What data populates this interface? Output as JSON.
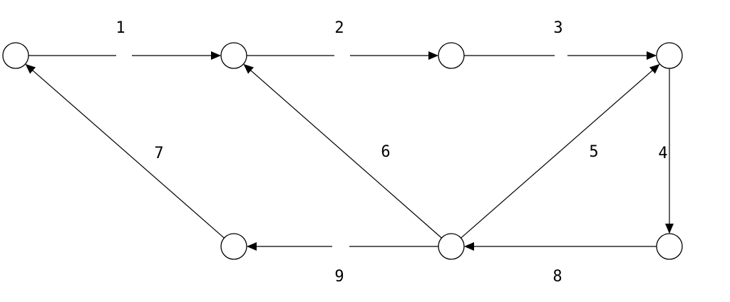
{
  "nodes": [
    {
      "id": "n1"
    },
    {
      "id": "n2"
    },
    {
      "id": "n3"
    },
    {
      "id": "n4"
    },
    {
      "id": "n5"
    },
    {
      "id": "n6"
    },
    {
      "id": "n7"
    }
  ],
  "edges": [
    {
      "id": "e1",
      "from": "n1",
      "to": "n2",
      "label": "1"
    },
    {
      "id": "e2",
      "from": "n2",
      "to": "n3",
      "label": "2"
    },
    {
      "id": "e3",
      "from": "n3",
      "to": "n4",
      "label": "3"
    },
    {
      "id": "e4",
      "from": "n4",
      "to": "n5",
      "label": "4"
    },
    {
      "id": "e5",
      "from": "n6",
      "to": "n4",
      "label": "5"
    },
    {
      "id": "e6",
      "from": "n6",
      "to": "n2",
      "label": "6"
    },
    {
      "id": "e7",
      "from": "n7",
      "to": "n1",
      "label": "7"
    },
    {
      "id": "e8",
      "from": "n5",
      "to": "n6",
      "label": "8"
    },
    {
      "id": "e9",
      "from": "n6",
      "to": "n7",
      "label": "9"
    }
  ],
  "colors": {
    "stroke": "#000000",
    "background": "#ffffff"
  }
}
